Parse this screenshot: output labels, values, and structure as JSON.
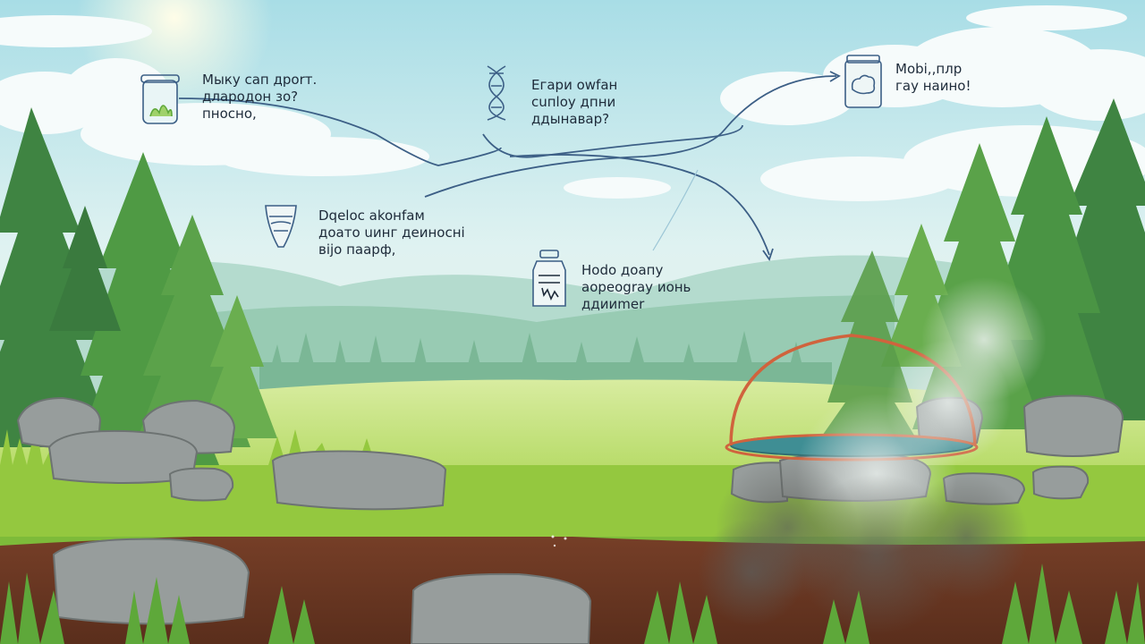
{
  "labels": {
    "top_left": [
      "Мыку сап дрorт.",
      "длародон зо?",
      "пносно,"
    ],
    "top_center": [
      "Eгари owfан",
      "cuпloy дпни",
      "ддынавар?"
    ],
    "top_right": [
      "Mobi,,плр",
      "гау наино!"
    ],
    "middle_left": [
      "Dqeloc akoнfам",
      "доато uинг деиносні",
      "віjо паарф,"
    ],
    "middle_center": [
      "Ноdо доапу",
      "аорeograу ионь",
      "ддииmеr"
    ]
  },
  "icons": [
    "jar-with-plant-icon",
    "dna-helix-icon",
    "jar-with-brain-icon",
    "funnel-filter-icon",
    "specimen-bottle-icon"
  ],
  "colors": {
    "sky": "#bfe4ec",
    "cloud": "#f7fbfb",
    "tree_dark": "#2f6b3a",
    "tree_light": "#6fae4b",
    "meadow": "#b9dc5a",
    "soil": "#6e3b24",
    "rock": "#8e9494",
    "flow_line": "#3c5f86",
    "dome": "#d0633d",
    "pond": "#3f8e94",
    "steam": "#dfe7e4"
  }
}
